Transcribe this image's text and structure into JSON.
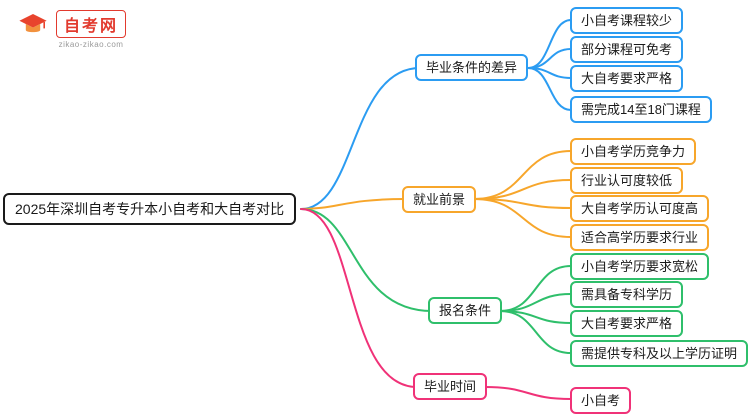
{
  "logo": {
    "title": "自考网",
    "subtitle": "zikao-zikao.com"
  },
  "root": {
    "label": "2025年深圳自考专升本小自考和大自考对比"
  },
  "branches": [
    {
      "label": "毕业条件的差异",
      "color": "#2b9cf2",
      "children": [
        "小自考课程较少",
        "部分课程可免考",
        "大自考要求严格",
        "需完成14至18门课程"
      ]
    },
    {
      "label": "就业前景",
      "color": "#f7a62b",
      "children": [
        "小自考学历竞争力",
        "行业认可度较低",
        "大自考学历认可度高",
        "适合高学历要求行业"
      ]
    },
    {
      "label": "报名条件",
      "color": "#2fbf6b",
      "children": [
        "小自考学历要求宽松",
        "需具备专科学历",
        "大自考要求严格",
        "需提供专科及以上学历证明"
      ]
    },
    {
      "label": "毕业时间",
      "color": "#f03278",
      "children": [
        "小自考"
      ]
    }
  ]
}
